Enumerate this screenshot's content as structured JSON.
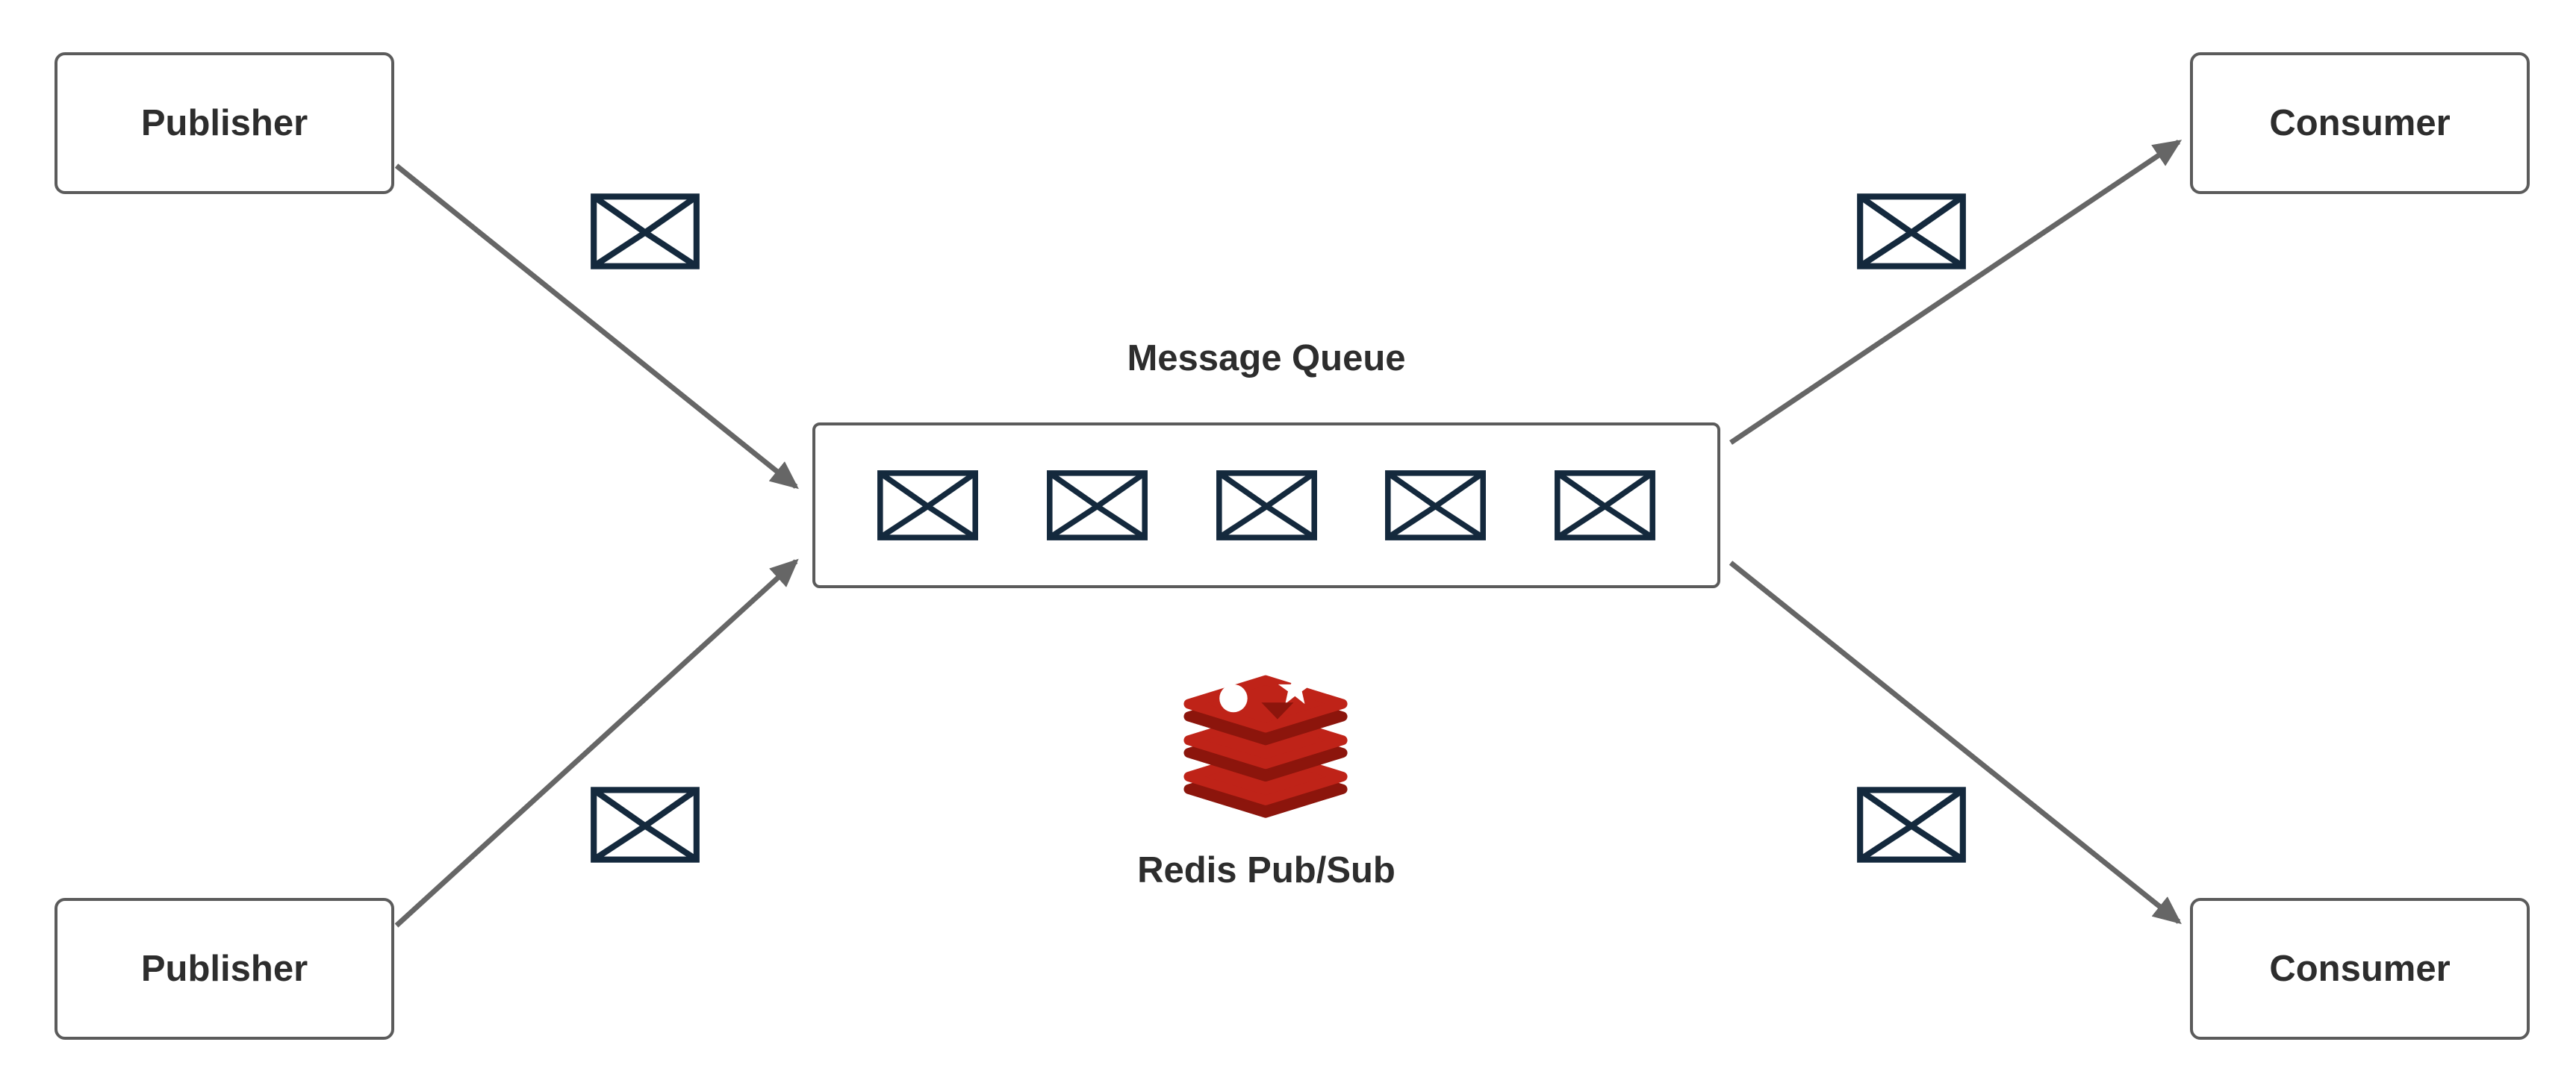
{
  "diagram": {
    "title": "Message Queue",
    "nodes": {
      "publisher_top": {
        "label": "Publisher"
      },
      "publisher_bottom": {
        "label": "Publisher"
      },
      "consumer_top": {
        "label": "Consumer"
      },
      "consumer_bottom": {
        "label": "Consumer"
      },
      "queue": {
        "label": "Message Queue",
        "message_count": 5
      },
      "redis": {
        "label": "Redis Pub/Sub"
      }
    },
    "edges": [
      {
        "from": "publisher_top",
        "to": "queue",
        "icon": "envelope-icon"
      },
      {
        "from": "publisher_bottom",
        "to": "queue",
        "icon": "envelope-icon"
      },
      {
        "from": "queue",
        "to": "consumer_top",
        "icon": "envelope-icon"
      },
      {
        "from": "queue",
        "to": "consumer_bottom",
        "icon": "envelope-icon"
      }
    ],
    "colors": {
      "background": "#ffffff",
      "box_border": "#5b5b5b",
      "text": "#2d2d2d",
      "arrow": "#666666",
      "envelope": "#14293d",
      "redis_red": "#bf2318",
      "redis_dark_red": "#8c150c"
    }
  }
}
